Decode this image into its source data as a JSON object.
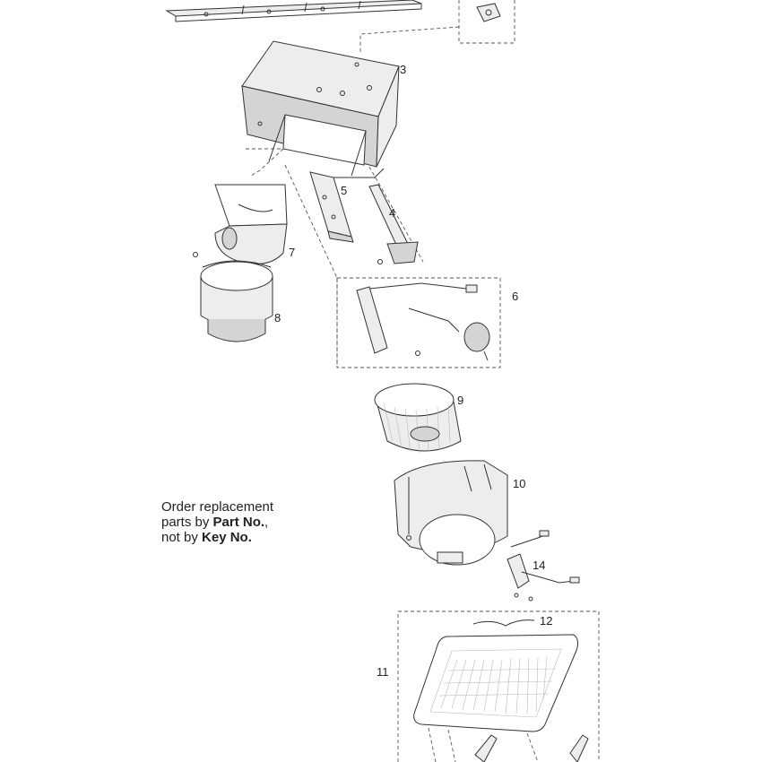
{
  "keys": {
    "k3": "3",
    "k4": "4",
    "k5": "5",
    "k6": "6",
    "k7": "7",
    "k8": "8",
    "k9": "9",
    "k10": "10",
    "k11": "11",
    "k12": "12",
    "k14": "14"
  },
  "note": {
    "line1": "Order replacement",
    "line2_prefix": "parts by ",
    "line2_bold": "Part No.",
    "line2_suffix": ",",
    "line3_prefix": "not by ",
    "line3_bold": "Key No."
  }
}
